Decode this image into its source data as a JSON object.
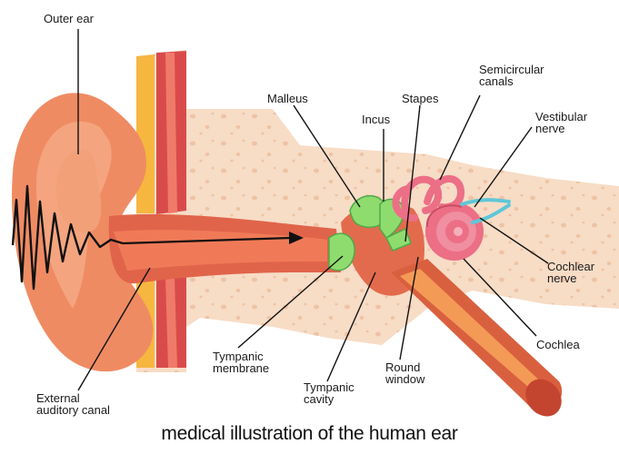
{
  "diagram": {
    "labels": {
      "outer_ear": "Outer ear",
      "malleus": "Malleus",
      "incus": "Incus",
      "stapes": "Stapes",
      "semicircular_canals": "Semicircular\ncanals",
      "vestibular_nerve": "Vestibular\nnerve",
      "cochlear_nerve": "Cochlear\nnerve",
      "cochlea": "Cochlea",
      "round_window": "Round\nwindow",
      "tympanic_cavity": "Tympanic\ncavity",
      "tympanic_membrane": "Tympanic\nmembrane",
      "external_auditory_canal": "External\nauditory canal"
    },
    "caption": "medical illustration of the human ear"
  },
  "colors": {
    "bone": "#f7dcc6",
    "bone_dots": "#eec3a4",
    "skin": "#ef8b63",
    "skin_light": "#f4a57f",
    "canal": "#e0644a",
    "muscle": "#d94b4b",
    "fat": "#f6b640",
    "ossicle_green": "#8fdc6e",
    "inner_ear_pink": "#ec6f86",
    "nerve_blue": "#5fc7d8",
    "tube": "#d9603f",
    "line": "#111111"
  }
}
